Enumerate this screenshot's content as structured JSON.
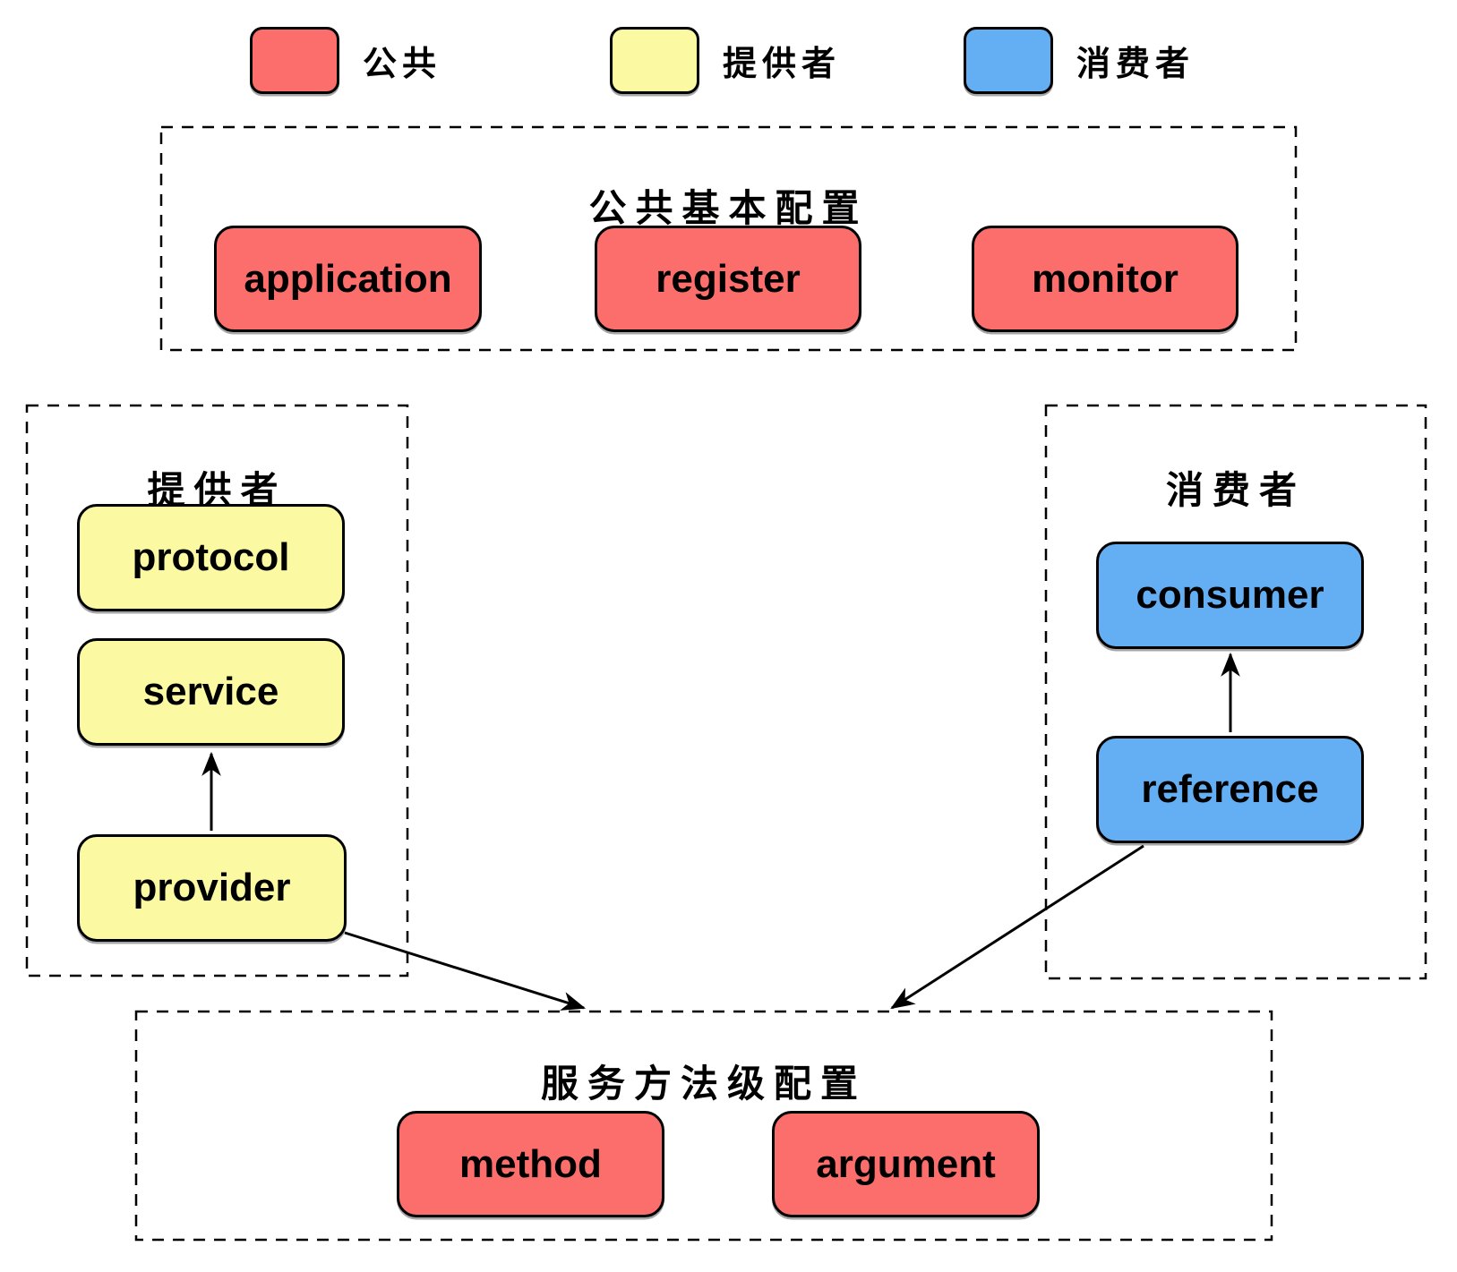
{
  "legend": {
    "items": [
      {
        "id": "common",
        "label": "公共",
        "color": "#FB6E6C"
      },
      {
        "id": "provider",
        "label": "提供者",
        "color": "#FBFAA2"
      },
      {
        "id": "consumer",
        "label": "消费者",
        "color": "#64AFF4"
      }
    ]
  },
  "groups": {
    "common": {
      "title": "公共基本配置",
      "nodes": [
        {
          "id": "application",
          "label": "application"
        },
        {
          "id": "register",
          "label": "register"
        },
        {
          "id": "monitor",
          "label": "monitor"
        }
      ]
    },
    "provider": {
      "title": "提供者",
      "nodes": [
        {
          "id": "protocol",
          "label": "protocol"
        },
        {
          "id": "service",
          "label": "service"
        },
        {
          "id": "provider",
          "label": "provider"
        }
      ]
    },
    "consumer": {
      "title": "消费者",
      "nodes": [
        {
          "id": "consumer",
          "label": "consumer"
        },
        {
          "id": "reference",
          "label": "reference"
        }
      ]
    },
    "method": {
      "title": "服务方法级配置",
      "nodes": [
        {
          "id": "method",
          "label": "method"
        },
        {
          "id": "argument",
          "label": "argument"
        }
      ]
    }
  },
  "edges": [
    {
      "from": "provider",
      "to": "service"
    },
    {
      "from": "reference",
      "to": "consumer"
    },
    {
      "from": "provider",
      "to": "service-method-group"
    },
    {
      "from": "reference",
      "to": "service-method-group"
    }
  ],
  "colors": {
    "common_fill": "#FB6E6C",
    "provider_fill": "#FBFAA2",
    "consumer_fill": "#64AFF4",
    "stroke": "#000000",
    "background": "#FFFFFF"
  }
}
